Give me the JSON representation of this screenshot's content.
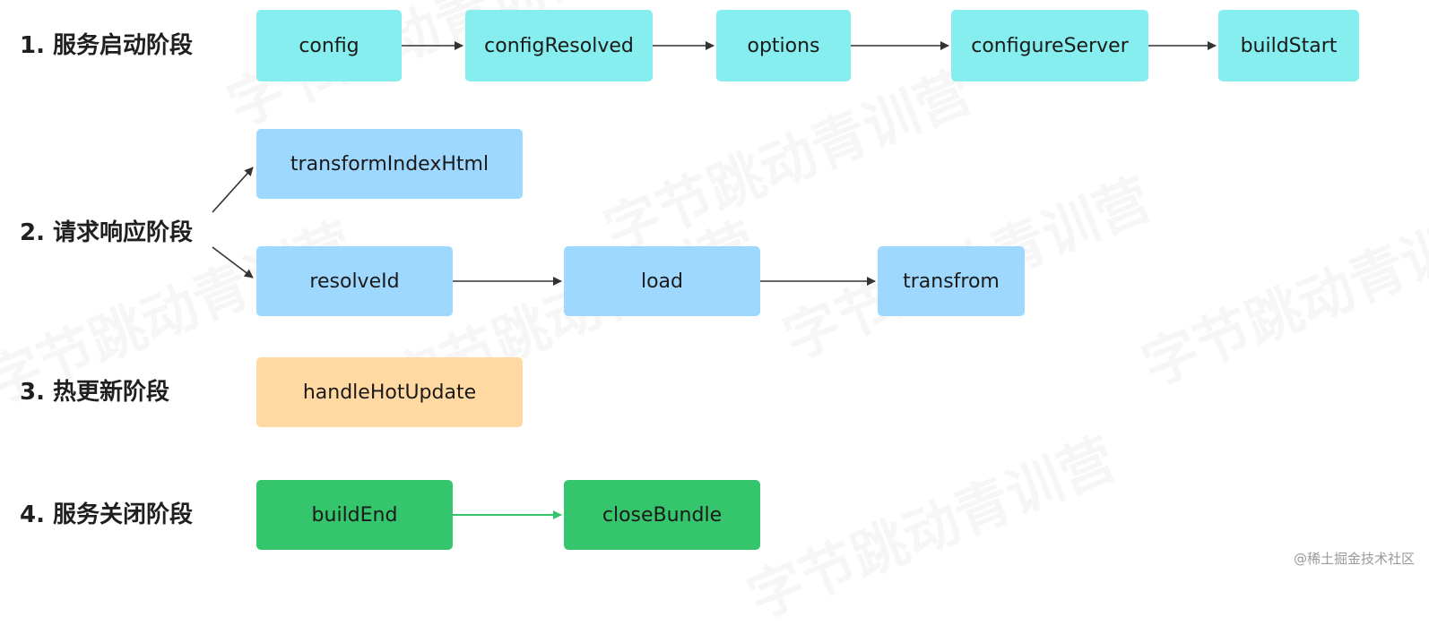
{
  "stages": [
    {
      "label": "1. 服务启动阶段"
    },
    {
      "label": "2. 请求响应阶段"
    },
    {
      "label": "3. 热更新阶段"
    },
    {
      "label": "4. 服务关闭阶段"
    }
  ],
  "nodes": {
    "config": "config",
    "configResolved": "configResolved",
    "options": "options",
    "configureServer": "configureServer",
    "buildStart": "buildStart",
    "transformIndexHtml": "transformIndexHtml",
    "resolveId": "resolveId",
    "load": "load",
    "transfrom": "transfrom",
    "handleHotUpdate": "handleHotUpdate",
    "buildEnd": "buildEnd",
    "closeBundle": "closeBundle"
  },
  "watermark": "字节跳动青训营",
  "credit": "@稀土掘金技术社区",
  "colors": {
    "startup": "#86eeee",
    "request": "#9ed8ff",
    "hmr": "#ffd9a1",
    "shutdown": "#35c56c",
    "arrow_dark": "#333333",
    "arrow_green": "#35c56c"
  }
}
